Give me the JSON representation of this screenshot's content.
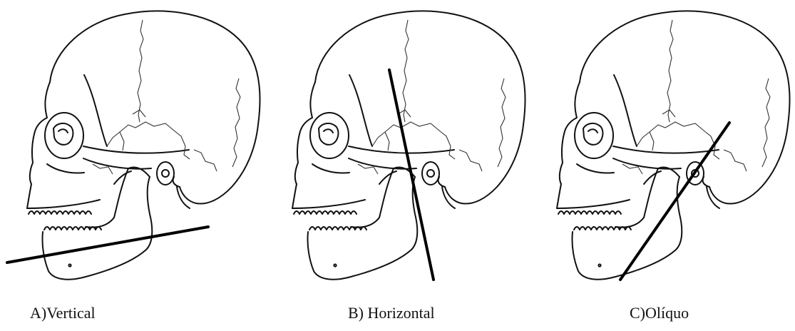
{
  "panels": [
    {
      "id": "A",
      "caption": "A)Vertical"
    },
    {
      "id": "B",
      "caption": "B) Horizontal"
    },
    {
      "id": "C",
      "caption": "C)Olíquo"
    }
  ],
  "line_color": "#000000",
  "drawing_color": "#111111"
}
